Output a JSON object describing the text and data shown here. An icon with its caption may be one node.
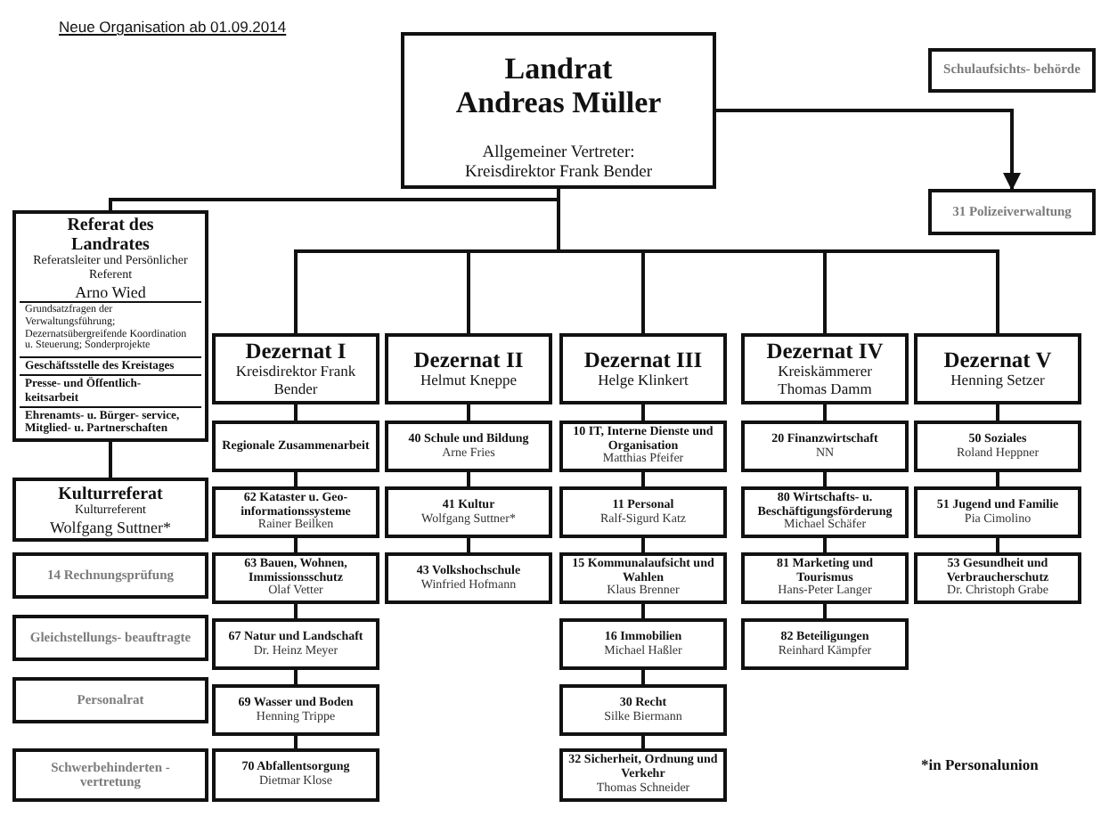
{
  "diagram": {
    "title": "Neue Organisation ab 01.09.2014",
    "nodes": [
      {
        "text": [
          "Landrat Andreas Müller",
          "Allgemeiner Vertreter: Kreisdirektor Frank Bender"
        ]
      },
      {
        "text": [
          "Schulaufsichts- behörde"
        ]
      },
      {
        "text": [
          "31 Polizeiverwaltung"
        ]
      },
      {
        "text": [
          "Referat des Landrates",
          "Referatsleiter und Persönlicher Referent",
          "Arno Wied"
        ]
      },
      {
        "text": [
          "Grundsatzfragen der Verwaltungsführung; Dezernatsübergreifende Koordination u. Steuerung; Sonderprojekte"
        ],
        "in": 3
      },
      {
        "text": [
          "Geschäftsstelle des Kreistages"
        ],
        "in": 3
      },
      {
        "text": [
          "Presse- und Öffentlich- keitsarbeit"
        ],
        "in": 3
      },
      {
        "text": [
          "Ehrenamts- u. Bürger- service, Mitglied- u. Partnerschaften"
        ],
        "in": 3
      },
      {
        "text": [
          "Kulturreferat",
          "Kulturreferent",
          "Wolfgang Suttner*"
        ]
      },
      {
        "text": [
          "14 Rechnungsprüfung"
        ]
      },
      {
        "text": [
          "Gleichstellungs- beauftragte"
        ]
      },
      {
        "text": [
          "Personalrat"
        ]
      },
      {
        "text": [
          "Schwerbehinderten - vertretung"
        ]
      },
      {
        "text": [
          "Dezernat I",
          "Kreisdirektor Frank Bender"
        ]
      },
      {
        "text": [
          "Regionale Zusammenarbeit"
        ]
      },
      {
        "text": [
          "62 Kataster u. Geo- informationssysteme",
          "Rainer Beilken"
        ]
      },
      {
        "text": [
          "63 Bauen, Wohnen, Immissionsschutz",
          "Olaf Vetter"
        ]
      },
      {
        "text": [
          "67 Natur und Landschaft",
          "Dr. Heinz Meyer"
        ]
      },
      {
        "text": [
          "69 Wasser und Boden",
          "Henning Trippe"
        ]
      },
      {
        "text": [
          "70 Abfallentsorgung",
          "Dietmar Klose"
        ]
      },
      {
        "text": [
          "Dezernat II",
          "Helmut Kneppe"
        ]
      },
      {
        "text": [
          "40 Schule und Bildung",
          "Arne Fries"
        ]
      },
      {
        "text": [
          "41 Kultur",
          "Wolfgang Suttner*"
        ]
      },
      {
        "text": [
          "43 Volkshochschule",
          "Winfried Hofmann"
        ]
      },
      {
        "text": [
          "Dezernat III",
          "Helge Klinkert"
        ]
      },
      {
        "text": [
          "10 IT, Interne Dienste und Organisation",
          "Matthias Pfeifer"
        ]
      },
      {
        "text": [
          "11 Personal",
          "Ralf-Sigurd Katz"
        ]
      },
      {
        "text": [
          "15 Kommunalaufsicht und Wahlen",
          "Klaus Brenner"
        ]
      },
      {
        "text": [
          "16 Immobilien",
          "Michael Haßler"
        ]
      },
      {
        "text": [
          "30 Recht",
          "Silke Biermann"
        ]
      },
      {
        "text": [
          "32 Sicherheit, Ordnung und Verkehr",
          "Thomas Schneider"
        ]
      },
      {
        "text": [
          "Dezernat IV",
          "Kreiskämmerer",
          "Thomas Damm"
        ]
      },
      {
        "text": [
          "20 Finanzwirtschaft",
          "NN"
        ]
      },
      {
        "text": [
          "80 Wirtschafts- u. Beschäftigungsförderung",
          "Michael Schäfer"
        ]
      },
      {
        "text": [
          "81 Marketing und Tourismus",
          "Hans-Peter Langer"
        ]
      },
      {
        "text": [
          "82 Beteiligungen",
          "Reinhard Kämpfer"
        ]
      },
      {
        "text": [
          "Dezernat V",
          "Henning Setzer"
        ]
      },
      {
        "text": [
          "50 Soziales",
          "Roland Heppner"
        ]
      },
      {
        "text": [
          "51 Jugend und Familie",
          "Pia Cimolino"
        ]
      },
      {
        "text": [
          "53 Gesundheit und Verbraucherschutz",
          "Dr. Christoph Grabe"
        ]
      }
    ],
    "edges": [
      {
        "from": 0,
        "to": 2,
        "arrow": "to"
      },
      {
        "from": 0,
        "to": 3,
        "arrow": "none"
      },
      {
        "from": 0,
        "to": 13,
        "arrow": "none"
      },
      {
        "from": 0,
        "to": 20,
        "arrow": "none"
      },
      {
        "from": 0,
        "to": 24,
        "arrow": "none"
      },
      {
        "from": 0,
        "to": 31,
        "arrow": "none"
      },
      {
        "from": 0,
        "to": 36,
        "arrow": "none"
      },
      {
        "from": 3,
        "to": 8,
        "arrow": "none"
      },
      {
        "from": 13,
        "to": 14,
        "arrow": "none"
      },
      {
        "from": 14,
        "to": 15,
        "arrow": "none"
      },
      {
        "from": 15,
        "to": 16,
        "arrow": "none"
      },
      {
        "from": 16,
        "to": 17,
        "arrow": "none"
      },
      {
        "from": 17,
        "to": 18,
        "arrow": "none"
      },
      {
        "from": 18,
        "to": 19,
        "arrow": "none"
      },
      {
        "from": 20,
        "to": 21,
        "arrow": "none"
      },
      {
        "from": 21,
        "to": 22,
        "arrow": "none"
      },
      {
        "from": 22,
        "to": 23,
        "arrow": "none"
      },
      {
        "from": 24,
        "to": 25,
        "arrow": "none"
      },
      {
        "from": 25,
        "to": 26,
        "arrow": "none"
      },
      {
        "from": 26,
        "to": 27,
        "arrow": "none"
      },
      {
        "from": 27,
        "to": 28,
        "arrow": "none"
      },
      {
        "from": 28,
        "to": 29,
        "arrow": "none"
      },
      {
        "from": 29,
        "to": 30,
        "arrow": "none"
      },
      {
        "from": 31,
        "to": 32,
        "arrow": "none"
      },
      {
        "from": 32,
        "to": 33,
        "arrow": "none"
      },
      {
        "from": 33,
        "to": 34,
        "arrow": "none"
      },
      {
        "from": 34,
        "to": 35,
        "arrow": "none"
      },
      {
        "from": 36,
        "to": 37,
        "arrow": "none"
      },
      {
        "from": 37,
        "to": 38,
        "arrow": "none"
      },
      {
        "from": 38,
        "to": 39,
        "arrow": "none"
      }
    ],
    "labels": [
      "*in Personalunion"
    ]
  }
}
